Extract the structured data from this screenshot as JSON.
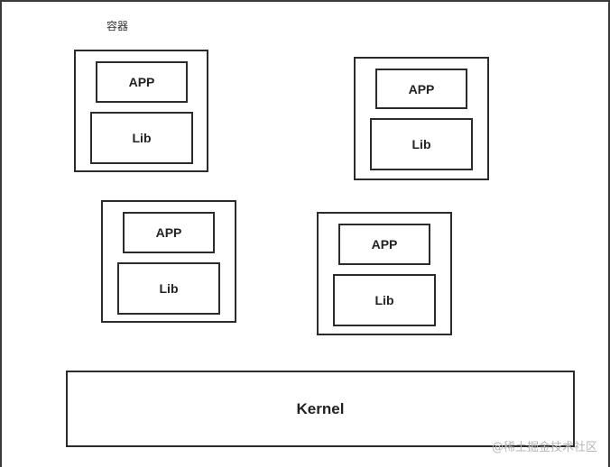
{
  "container_label": "容器",
  "containers": [
    {
      "app": "APP",
      "lib": "Lib"
    },
    {
      "app": "APP",
      "lib": "Lib"
    },
    {
      "app": "APP",
      "lib": "Lib"
    },
    {
      "app": "APP",
      "lib": "Lib"
    }
  ],
  "kernel": "Kernel",
  "watermark": "@稀土掘金技术社区"
}
